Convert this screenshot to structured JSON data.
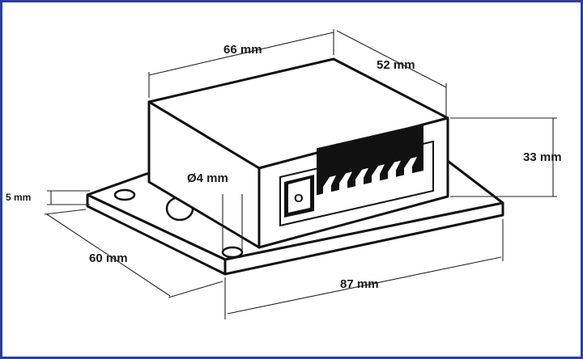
{
  "dimensions": {
    "width_top": "66 mm",
    "depth_top": "52 mm",
    "height": "33 mm",
    "base_thickness": "5 mm",
    "base_depth": "60 mm",
    "base_length": "87 mm",
    "hole_diameter": "Ø4 mm"
  },
  "switch_label": "O",
  "colors": {
    "frame_border": "#2a3f9a",
    "line": "#111111",
    "background": "#ffffff"
  }
}
